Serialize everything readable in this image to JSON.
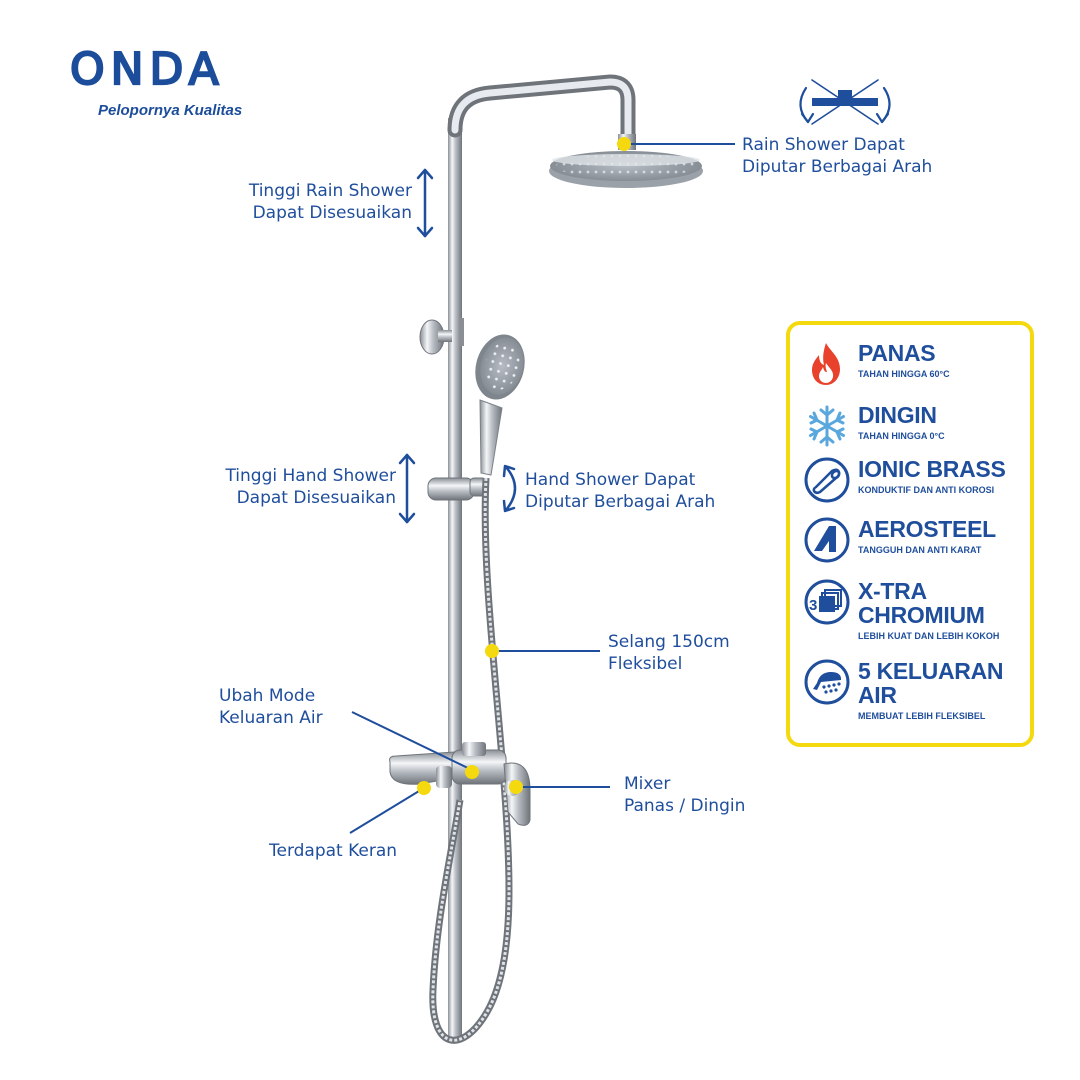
{
  "brand": {
    "name": "ONDA",
    "tagline": "Pelopornya Kualitas"
  },
  "callouts": {
    "rain_rotate": [
      "Rain Shower Dapat",
      "Diputar Berbagai Arah"
    ],
    "rain_height": [
      "Tinggi Rain Shower",
      "Dapat Disesuaikan"
    ],
    "hand_height": [
      "Tinggi Hand Shower",
      "Dapat Disesuaikan"
    ],
    "hand_rotate": [
      "Hand Shower Dapat",
      "Diputar Berbagai Arah"
    ],
    "hose": [
      "Selang 150cm",
      "Fleksibel"
    ],
    "mode": [
      "Ubah Mode",
      "Keluaran Air"
    ],
    "mixer": [
      "Mixer",
      "Panas / Dingin"
    ],
    "tap": [
      "Terdapat Keran"
    ]
  },
  "features": [
    {
      "icon": "flame-icon",
      "title": "PANAS",
      "subtitle": "TAHAN HINGGA 60°C"
    },
    {
      "icon": "snowflake-icon",
      "title": "DINGIN",
      "subtitle": "TAHAN HINGGA 0°C"
    },
    {
      "icon": "brass-pipe-icon",
      "title": "IONIC BRASS",
      "subtitle": "KONDUKTIF DAN ANTI KOROSI"
    },
    {
      "icon": "aerosteel-icon",
      "title": "AEROSTEEL",
      "subtitle": "TANGGUH DAN ANTI KARAT"
    },
    {
      "icon": "chrome-layers-icon",
      "title": "X-TRA CHROMIUM",
      "title_lines": [
        "X-TRA",
        "CHROMIUM"
      ],
      "subtitle": "LEBIH KUAT DAN LEBIH KOKOH",
      "icon_label": "3"
    },
    {
      "icon": "shower-spray-icon",
      "title": "5 KELUARAN AIR",
      "title_lines": [
        "5 KELUARAN",
        "AIR"
      ],
      "subtitle": "MEMBUAT LEBIH FLEKSIBEL"
    }
  ],
  "colors": {
    "brand_blue": "#1c4d9b",
    "accent_yellow": "#f5d90f",
    "flame_red": "#e8412c",
    "snow_blue": "#5aa7dd"
  }
}
